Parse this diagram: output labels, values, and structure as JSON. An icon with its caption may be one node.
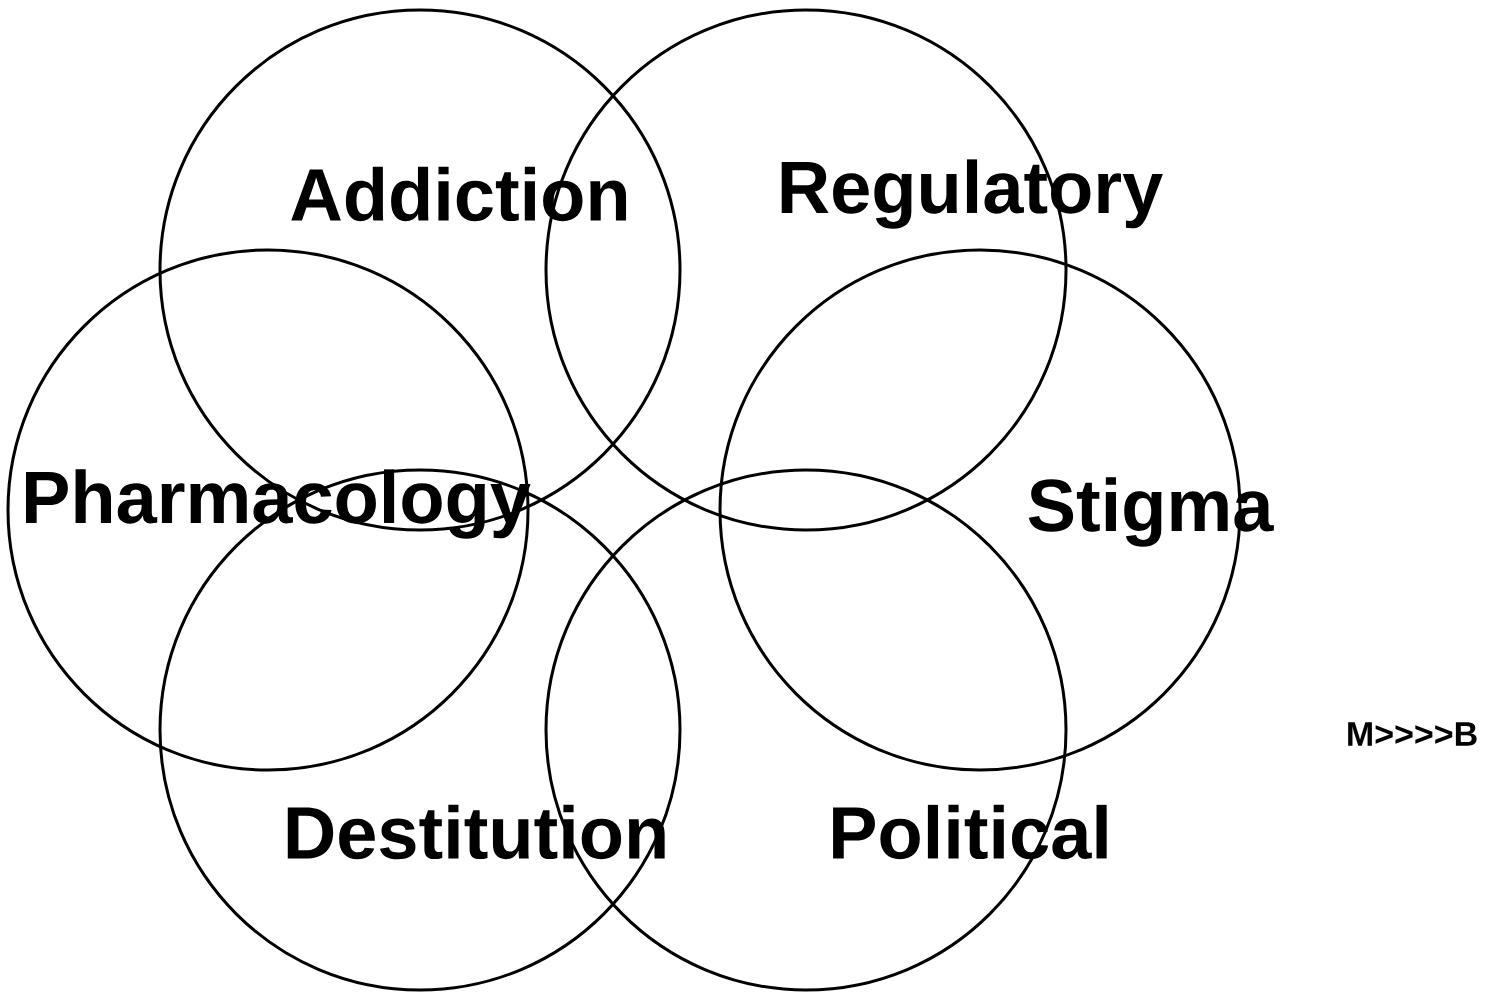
{
  "diagram": {
    "nodes": [
      {
        "text": [
          "Addiction"
        ]
      },
      {
        "text": [
          "Regulatory"
        ]
      },
      {
        "text": [
          "Pharmacology"
        ]
      },
      {
        "text": [
          "Stigma"
        ]
      },
      {
        "text": [
          "Destitution"
        ]
      },
      {
        "text": [
          "Political"
        ]
      }
    ],
    "labels": [
      "M>>>>B"
    ]
  }
}
